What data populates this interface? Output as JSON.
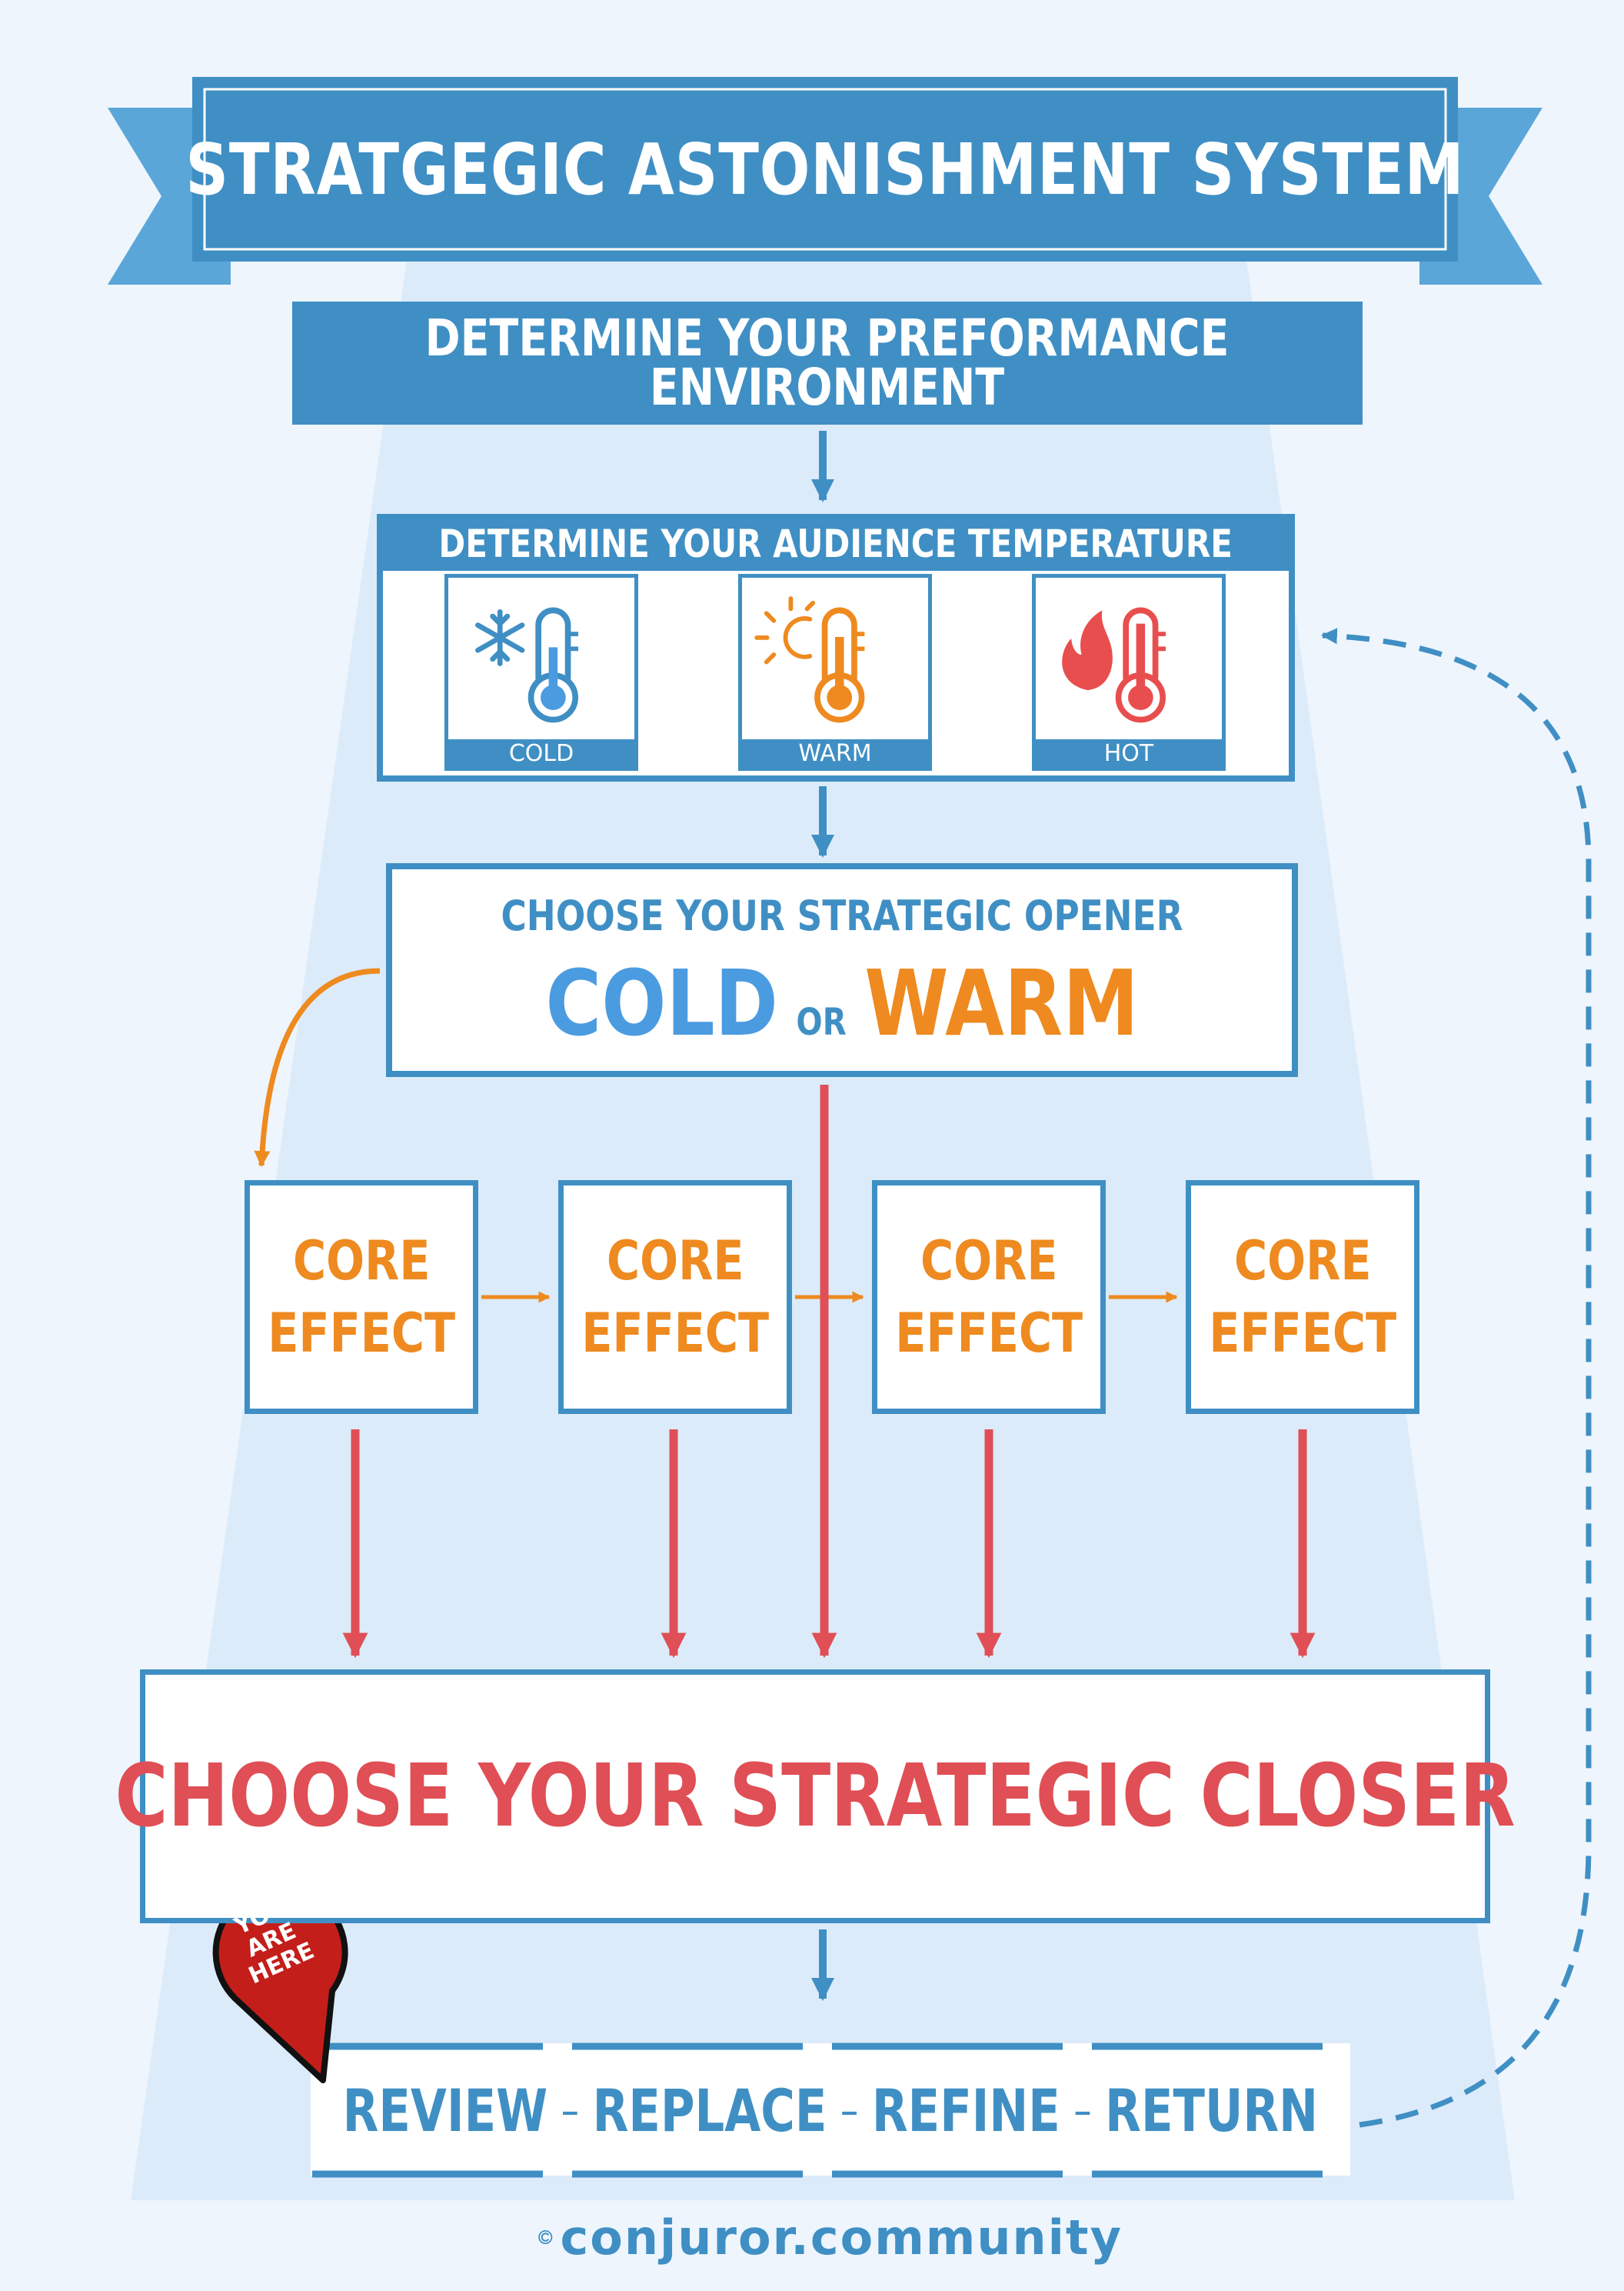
{
  "colors": {
    "primary_blue": "#3f8fc4",
    "orange": "#ee8a1f",
    "red": "#df4f55",
    "pin_red": "#c41e1a",
    "background": "#eef5fc",
    "spotlight": "#dcebfa"
  },
  "title": "STRATGEGIC ASTONISHMENT SYSTEM",
  "environment": {
    "line1": "DETERMINE YOUR PREFORMANCE",
    "line2": "ENVIRONMENT"
  },
  "temperature": {
    "heading": "DETERMINE YOUR AUDIENCE TEMPERATURE",
    "cards": [
      {
        "label": "COLD",
        "icon": "snowflake-thermometer-icon"
      },
      {
        "label": "WARM",
        "icon": "sun-thermometer-icon"
      },
      {
        "label": "HOT",
        "icon": "flame-thermometer-icon"
      }
    ]
  },
  "opener": {
    "heading": "CHOOSE YOUR STRATEGIC OPENER",
    "cold": "COLD",
    "or": "OR",
    "warm": "WARM"
  },
  "core_effects": [
    {
      "line1": "CORE",
      "line2": "EFFECT"
    },
    {
      "line1": "CORE",
      "line2": "EFFECT"
    },
    {
      "line1": "CORE",
      "line2": "EFFECT"
    },
    {
      "line1": "CORE",
      "line2": "EFFECT"
    }
  ],
  "closer": "CHOOSE YOUR STRATEGIC CLOSER",
  "pin": {
    "line1": "YOU",
    "line2": "ARE",
    "line3": "HERE"
  },
  "steps": {
    "items": [
      "REVIEW",
      "REPLACE",
      "REFINE",
      "RETURN"
    ],
    "separator": "–"
  },
  "brand": {
    "text": "conjuror.community",
    "icon": "conjuror-logo-icon"
  }
}
